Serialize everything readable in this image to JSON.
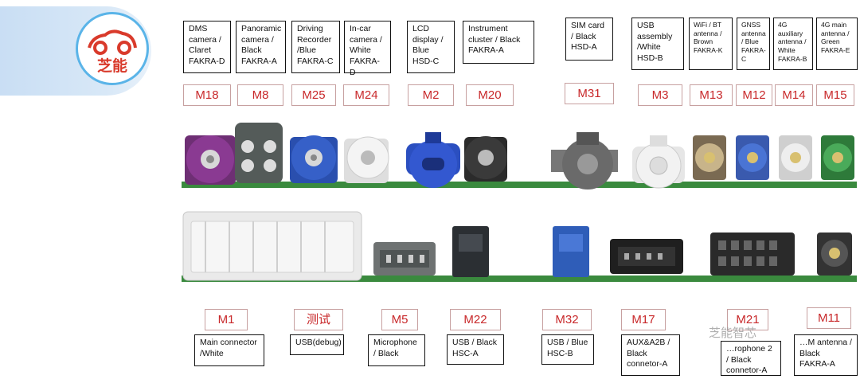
{
  "logo": {
    "text": "芝能",
    "icon": "car-outline-icon",
    "accent": "#d93a2b"
  },
  "top_labels": [
    {
      "code": "M18",
      "desc": "DMS camera / Claret FAKRA-D",
      "color": "#7a2a7a"
    },
    {
      "code": "M8",
      "desc": "Panoramic camera / Black FAKRA-A",
      "color": "#555c5a"
    },
    {
      "code": "M25",
      "desc": "Driving Recorder /Blue FAKRA-C",
      "color": "#2d5bbf"
    },
    {
      "code": "M24",
      "desc": "In-car camera / White FAKRA-D",
      "color": "#f0f0f0"
    },
    {
      "code": "M2",
      "desc": "LCD display / Blue HSD-C",
      "color": "#2b55c9"
    },
    {
      "code": "M20",
      "desc": "Instrument cluster / Black FAKRA-A",
      "color": "#333333"
    },
    {
      "code": "M31",
      "desc": "SIM card / Black HSD-A",
      "color": "#6a6a6a"
    },
    {
      "code": "M3",
      "desc": "USB assembly /White HSD-B",
      "color": "#e8e8e8"
    },
    {
      "code": "M13",
      "desc": "WiFi / BT antenna / Brown FAKRA-K",
      "color": "#8a6a3a"
    },
    {
      "code": "M12",
      "desc": "GNSS antenna / Blue FAKRA-C",
      "color": "#3a6ad0"
    },
    {
      "code": "M14",
      "desc": "4G auxiliary antenna / White FAKRA-B",
      "color": "#eeeeee"
    },
    {
      "code": "M15",
      "desc": "4G main antenna / Green FAKRA-E",
      "color": "#3aa04a"
    }
  ],
  "bottom_labels": [
    {
      "code": "M1",
      "desc": "Main connector /White"
    },
    {
      "code": "测试",
      "desc": "USB(debug)"
    },
    {
      "code": "M5",
      "desc": "Microphone / Black"
    },
    {
      "code": "M22",
      "desc": "USB / Black HSC-A"
    },
    {
      "code": "M32",
      "desc": "USB / Blue HSC-B"
    },
    {
      "code": "M17",
      "desc": "AUX&A2B / Black connetor-A"
    },
    {
      "code": "M21",
      "desc": "…rophone 2 / Black connetor-A"
    },
    {
      "code": "M11",
      "desc": "…M antenna / Black FAKRA-A"
    }
  ],
  "watermark": "芝能智芯",
  "colors": {
    "board": "#3a8a3e",
    "code_text": "#c8282a"
  }
}
